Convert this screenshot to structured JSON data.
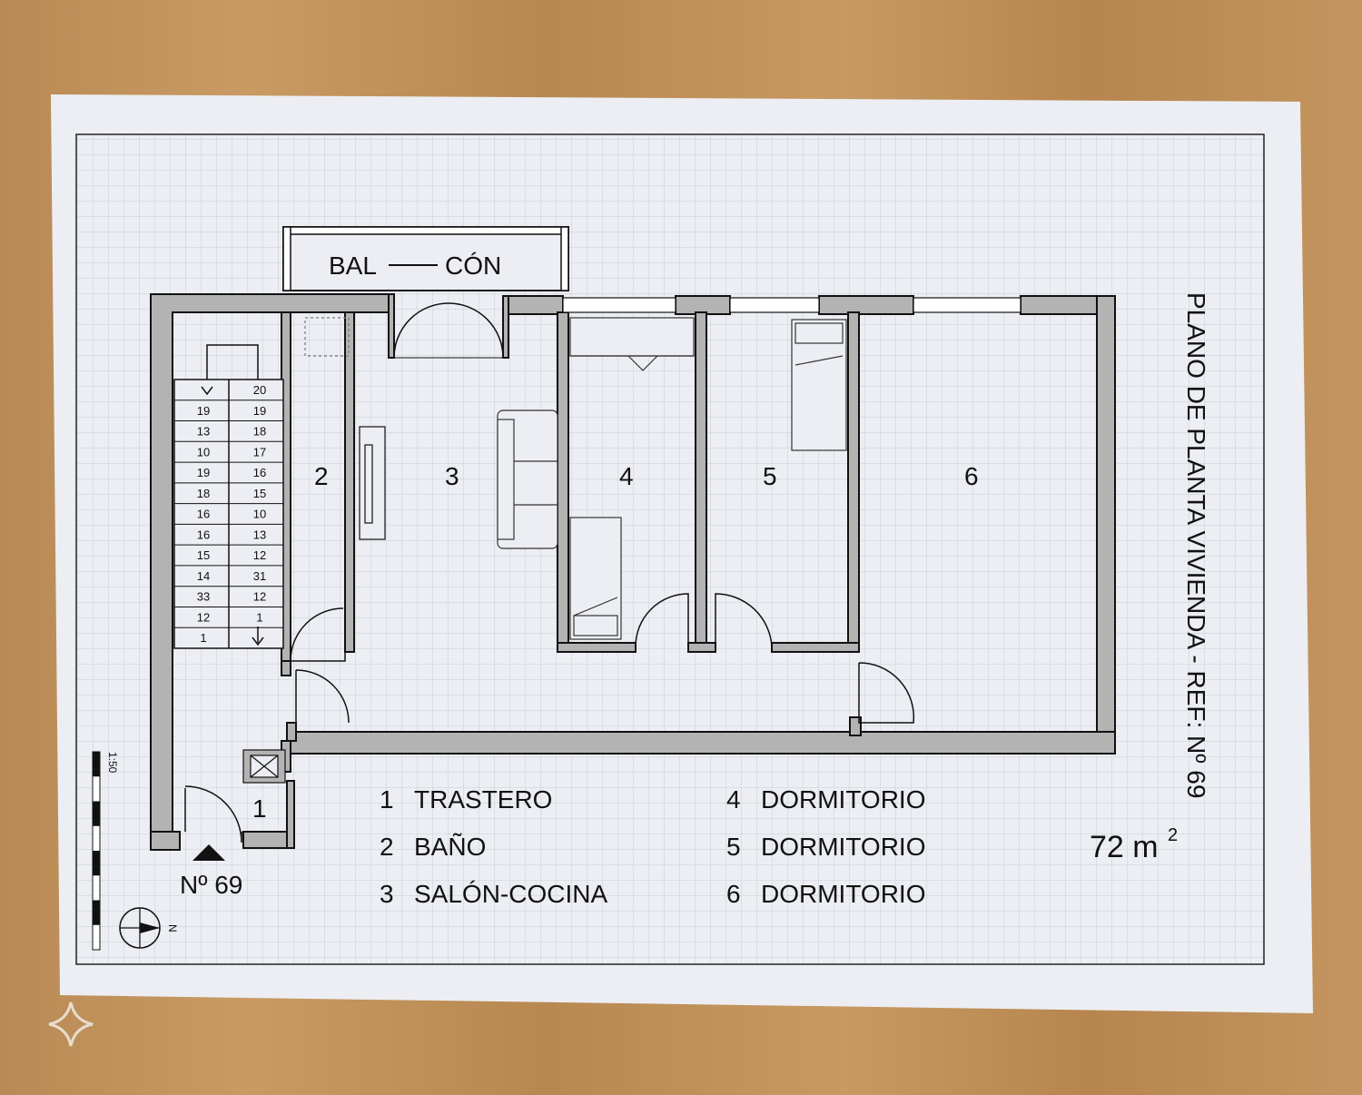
{
  "title": "PLANO DE PLANTA VIVIENDA - REF: Nº 69",
  "balcony": {
    "left": "BAL",
    "right": "CÓN"
  },
  "rooms": [
    {
      "id": "1",
      "name": "TRASTERO"
    },
    {
      "id": "2",
      "name": "BAÑO"
    },
    {
      "id": "3",
      "name": "SALÓN-COCINA"
    },
    {
      "id": "4",
      "name": "DORMITORIO"
    },
    {
      "id": "5",
      "name": "DORMITORIO"
    },
    {
      "id": "6",
      "name": "DORMITORIO"
    }
  ],
  "area": {
    "value": "72 m",
    "sup": "2"
  },
  "entrance": "Nº 69",
  "scale": "1:50",
  "compass": "N",
  "stairs": {
    "left": [
      "19",
      "13",
      "10",
      "19",
      "18",
      "16",
      "16",
      "15",
      "14",
      "33",
      "12",
      "1"
    ],
    "right": [
      "20",
      "19",
      "18",
      "17",
      "16",
      "15",
      "10",
      "13",
      "12",
      "31",
      "12",
      "1"
    ]
  },
  "colors": {
    "paper": "#eceef3",
    "grid": "#c9cdd6",
    "wall": "#b3b3b3",
    "line": "#111111",
    "wood": "#c08f5a"
  }
}
